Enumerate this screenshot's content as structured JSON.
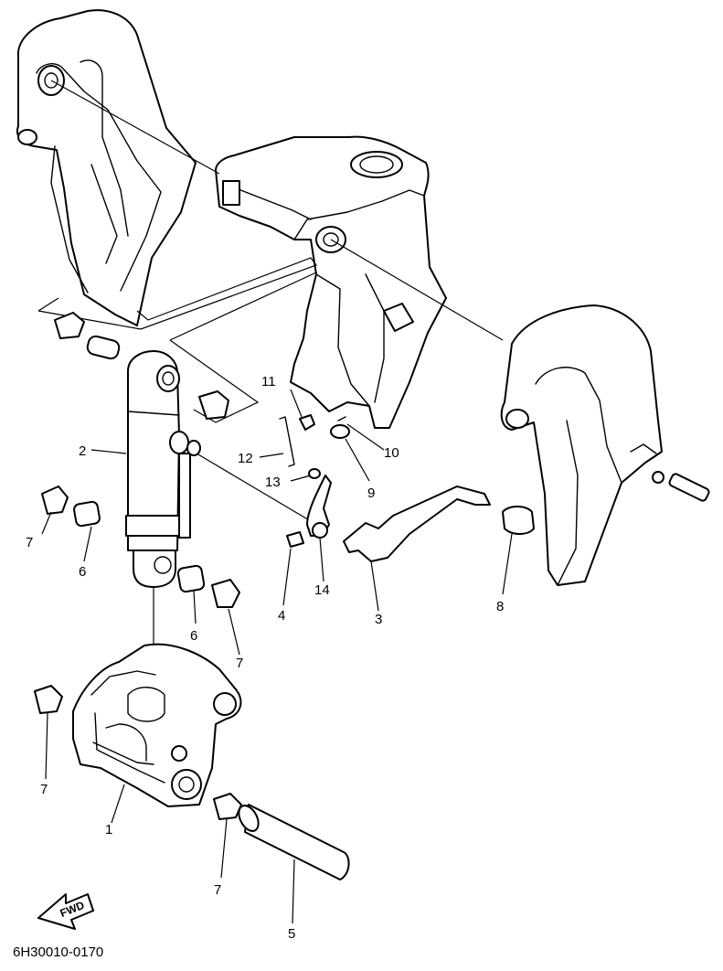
{
  "diagram": {
    "document_id": "6H30010-0170",
    "direction_label": "FWD",
    "callouts": [
      {
        "id": "c1",
        "text": "1"
      },
      {
        "id": "c2",
        "text": "2"
      },
      {
        "id": "c3",
        "text": "3"
      },
      {
        "id": "c4",
        "text": "4"
      },
      {
        "id": "c5",
        "text": "5"
      },
      {
        "id": "c6a",
        "text": "6"
      },
      {
        "id": "c6b",
        "text": "6"
      },
      {
        "id": "c7a",
        "text": "7"
      },
      {
        "id": "c7b",
        "text": "7"
      },
      {
        "id": "c7c",
        "text": "7"
      },
      {
        "id": "c7d",
        "text": "7"
      },
      {
        "id": "c8",
        "text": "8"
      },
      {
        "id": "c9",
        "text": "9"
      },
      {
        "id": "c10",
        "text": "10"
      },
      {
        "id": "c11",
        "text": "11"
      },
      {
        "id": "c12",
        "text": "12"
      },
      {
        "id": "c13",
        "text": "13"
      },
      {
        "id": "c14",
        "text": "14"
      }
    ]
  }
}
